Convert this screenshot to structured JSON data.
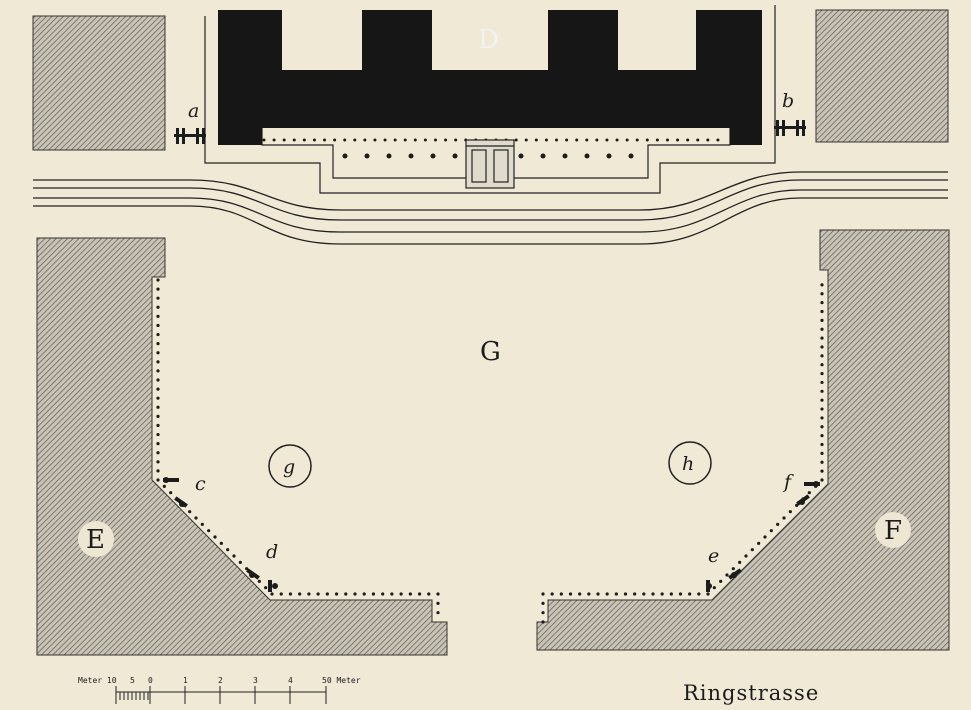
{
  "labels": {
    "main_building": "D",
    "square": "G",
    "block_left": "E",
    "block_right": "F",
    "circle_left": "g",
    "circle_right": "h",
    "marker_a": "a",
    "marker_b": "b",
    "marker_c": "c",
    "marker_d": "d",
    "marker_e": "e",
    "marker_f": "f",
    "street": "Ringstrasse"
  },
  "scale_bar": {
    "left_label": "Meter 10",
    "tick_labels": [
      "5",
      "0",
      "1",
      "2",
      "3",
      "4"
    ],
    "right_label": "50 Meter"
  },
  "colors": {
    "paper": "#efe9d6",
    "ink": "#1c1c1c",
    "hatch_bg": "#c9c4b6",
    "hatch_line": "#6a6660"
  }
}
